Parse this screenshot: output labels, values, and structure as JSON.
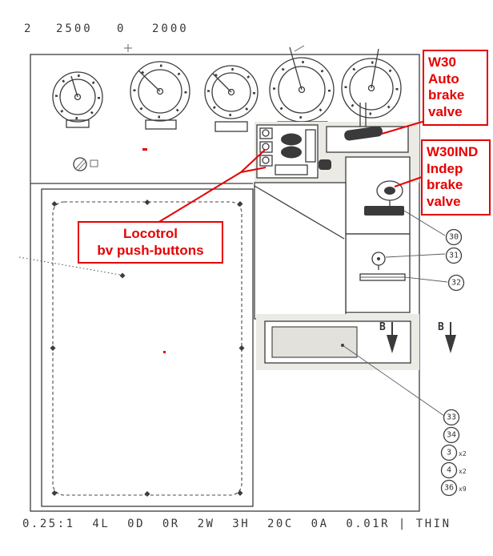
{
  "header": {
    "ticks": [
      "2",
      "2500",
      "0",
      "2000"
    ]
  },
  "status_bar": {
    "text": "0.25:1  4L  0D  0R  2W  3H  20C  0A  0.01R | THIN"
  },
  "annotations": {
    "auto_brake": {
      "text": "W30\nAuto\nbrake\nvalve"
    },
    "indep_brake": {
      "text": "W30IND\nIndep\nbrake\nvalve"
    },
    "locotrol": {
      "text": "Locotrol\nbv push-buttons"
    }
  },
  "section_markers": {
    "b1": "B",
    "b2": "B"
  },
  "callouts": [
    {
      "id": "30",
      "multiplier": ""
    },
    {
      "id": "31",
      "multiplier": ""
    },
    {
      "id": "32",
      "multiplier": ""
    },
    {
      "id": "33",
      "multiplier": ""
    },
    {
      "id": "34",
      "multiplier": ""
    },
    {
      "id": "3",
      "multiplier": "x2"
    },
    {
      "id": "4",
      "multiplier": "x2"
    },
    {
      "id": "36",
      "multiplier": "x9"
    }
  ],
  "colors": {
    "annotation_red": "#e60000",
    "line_dark": "#3c3c3c"
  }
}
